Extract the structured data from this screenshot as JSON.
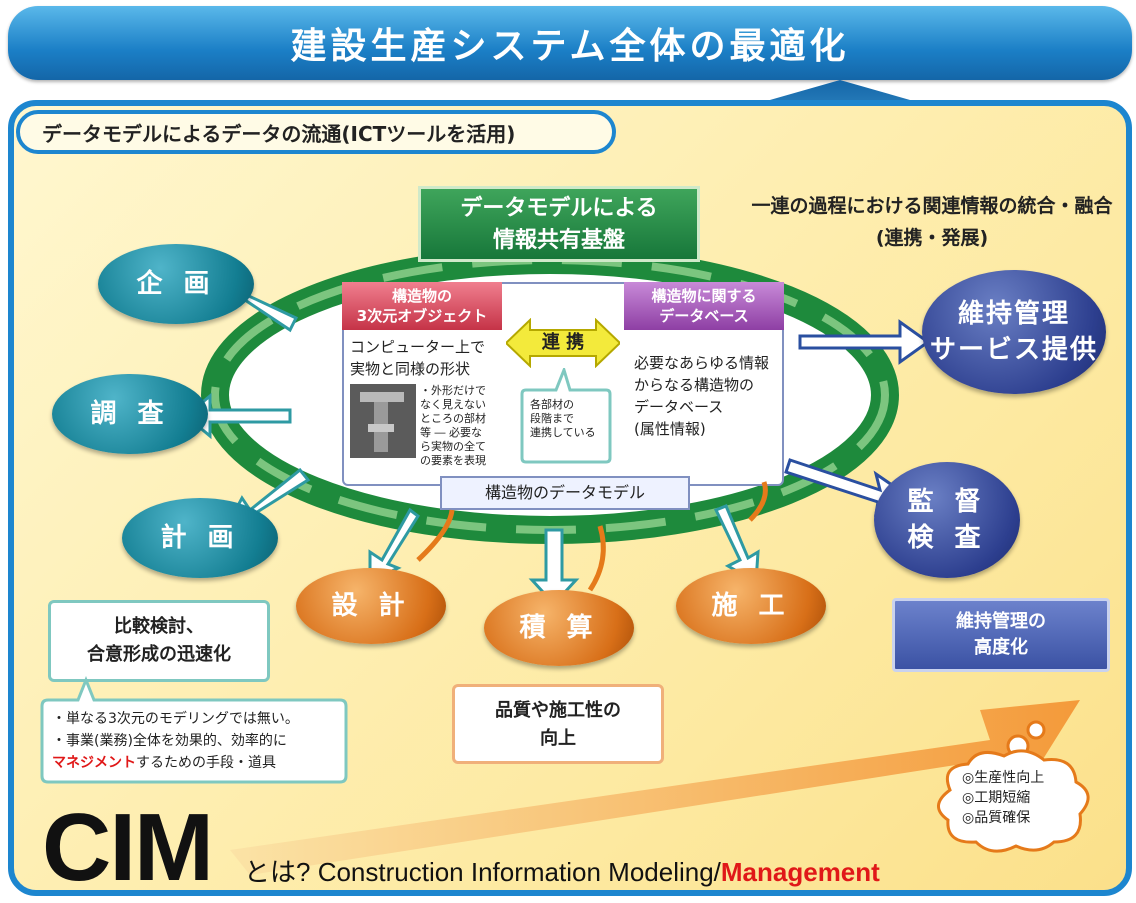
{
  "banner": {
    "title": "建設生産システム全体の最適化"
  },
  "flow_title": "データモデルによるデータの流通(ICTツールを活用)",
  "center": {
    "line1": "データモデルによる",
    "line2": "情報共有基盤"
  },
  "integration": {
    "line1": "一連の過程における関連情報の統合・融合",
    "line2": "(連携・発展)"
  },
  "object_box": {
    "header1": "構造物の",
    "header2": "3次元オブジェクト",
    "desc1": "コンピューター上で",
    "desc2": "実物と同様の形状",
    "note": [
      "・外形だけで",
      "なく見えない",
      "ところの部材",
      "等 ― 必要な",
      "ら実物の全て",
      "の要素を表現"
    ]
  },
  "link": {
    "label": "連 携",
    "bubble": [
      "各部材の",
      "段階まで",
      "連携している"
    ]
  },
  "db_box": {
    "header1": "構造物に関する",
    "header2": "データベース",
    "lines": [
      "必要なあらゆる情報",
      "からなる構造物の",
      "データベース",
      "(属性情報)"
    ]
  },
  "data_model": "構造物のデータモデル",
  "stages": {
    "kikaku": "企 画",
    "chousa": "調 査",
    "keikaku": "計 画",
    "sekkei": "設 計",
    "sekisan": "積 算",
    "sekou": "施 工",
    "iji1": "維持管理",
    "iji2": "サービス提供",
    "kansa1": "監 督",
    "kansa2": "検 査"
  },
  "compare": {
    "line1": "比較検討、",
    "line2": "合意形成の迅速化"
  },
  "cim_note": {
    "line1": "・単なる3次元のモデリングでは無い。",
    "line2": "・事業(業務)全体を効果的、効率的に",
    "highlight": "マネジメント",
    "line3_rest": "するための手段・道具"
  },
  "quality": {
    "line1": "品質や施工性の",
    "line2": "向上"
  },
  "advanced": {
    "line1": "維持管理の",
    "line2": "高度化"
  },
  "cloud": [
    "◎生産性向上",
    "◎工期短縮",
    "◎品質確保"
  ],
  "cim": {
    "logo": "CIM",
    "prefix": "とは? ",
    "desc": "Construction Information Modeling/",
    "highlight": "Management"
  },
  "colors": {
    "banner": "#1b7fc6",
    "ring": "#1e8a3c",
    "highlight": "#e01818"
  }
}
